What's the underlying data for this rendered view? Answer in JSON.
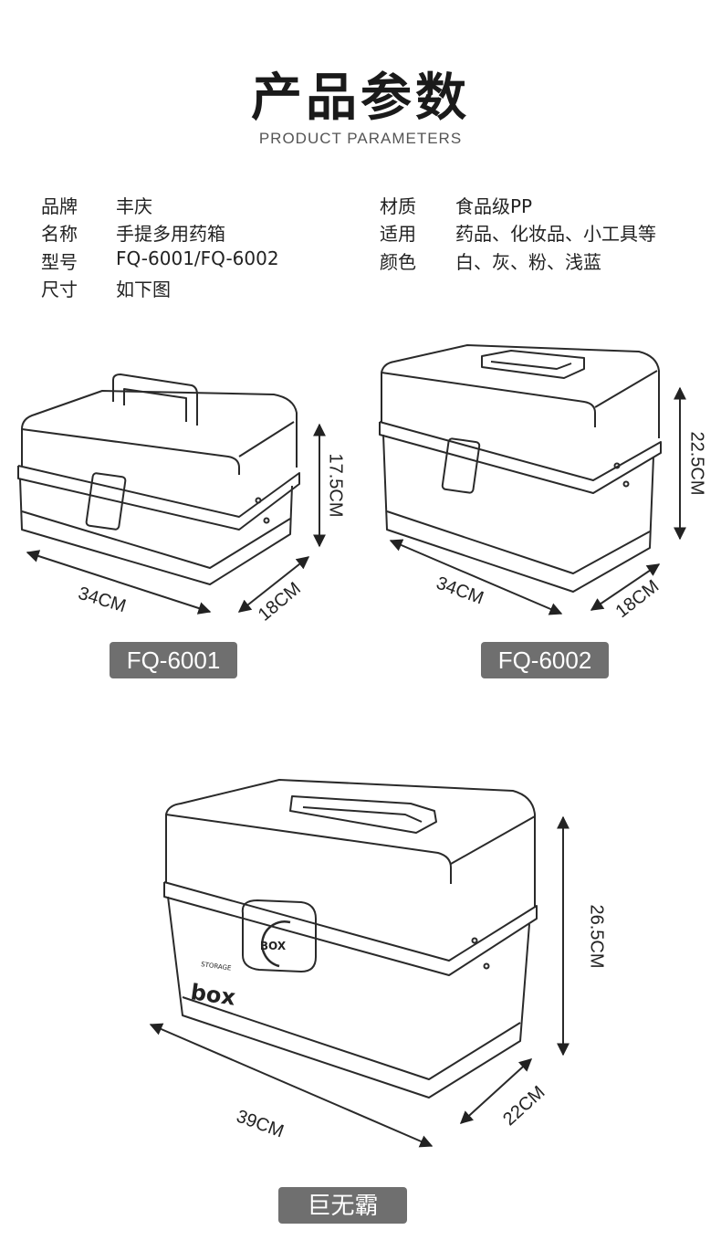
{
  "header": {
    "title": "产品参数",
    "subtitle": "PRODUCT PARAMETERS"
  },
  "params": {
    "left": [
      {
        "label": "品牌",
        "value": "丰庆"
      },
      {
        "label": "名称",
        "value": "手提多用药箱"
      },
      {
        "label": "型号",
        "value": "FQ-6001/FQ-6002"
      },
      {
        "label": "尺寸",
        "value": "如下图"
      }
    ],
    "right": [
      {
        "label": "材质",
        "value": "食品级PP"
      },
      {
        "label": "适用",
        "value": "药品、化妆品、小工具等"
      },
      {
        "label": "颜色",
        "value": "白、灰、粉、浅蓝"
      }
    ]
  },
  "products": [
    {
      "model": "FQ-6001",
      "length": "34CM",
      "width": "18CM",
      "height": "17.5CM"
    },
    {
      "model": "FQ-6002",
      "length": "34CM",
      "width": "18CM",
      "height": "22.5CM"
    },
    {
      "model": "巨无霸",
      "length": "39CM",
      "width": "22CM",
      "height": "26.5CM"
    }
  ],
  "logo": {
    "brand": "box",
    "sub": "STORAGE",
    "latch": "BOX"
  },
  "colors": {
    "badge": "#6f6f6f",
    "line": "#2a2a2a"
  }
}
